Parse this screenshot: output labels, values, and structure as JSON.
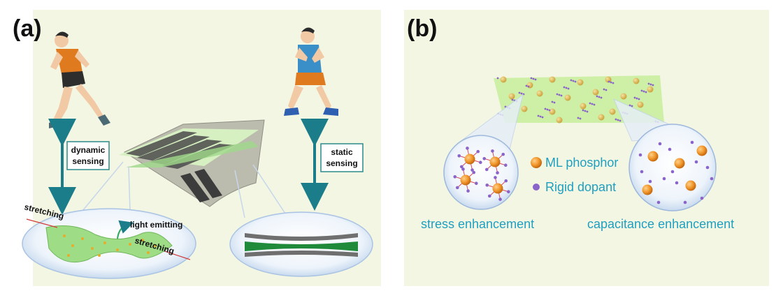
{
  "panels": {
    "a": {
      "label": "(a)",
      "dynamic_box": {
        "line1": "dynamic",
        "line2": "sensing"
      },
      "static_box": {
        "line1": "static",
        "line2": "sensing"
      },
      "stretching_left": "stretching",
      "stretching_right": "stretching",
      "light_emitting": "light emitting"
    },
    "b": {
      "label": "(b)",
      "legend": [
        {
          "label": "ML phosphor",
          "icon": "orange-circle"
        },
        {
          "label": "Rigid dopant",
          "icon": "purple-dot"
        }
      ],
      "captions": {
        "left": "stress enhancement",
        "right": "capacitance enhancement"
      }
    }
  },
  "colors": {
    "panel_bg": "#f4f6e4",
    "accent_text": "#1f9fbf",
    "arrow": "#1b7d8a",
    "phosphor": "#f0962a",
    "dopant": "#8a64c8",
    "film_green": "#a6e48a"
  }
}
